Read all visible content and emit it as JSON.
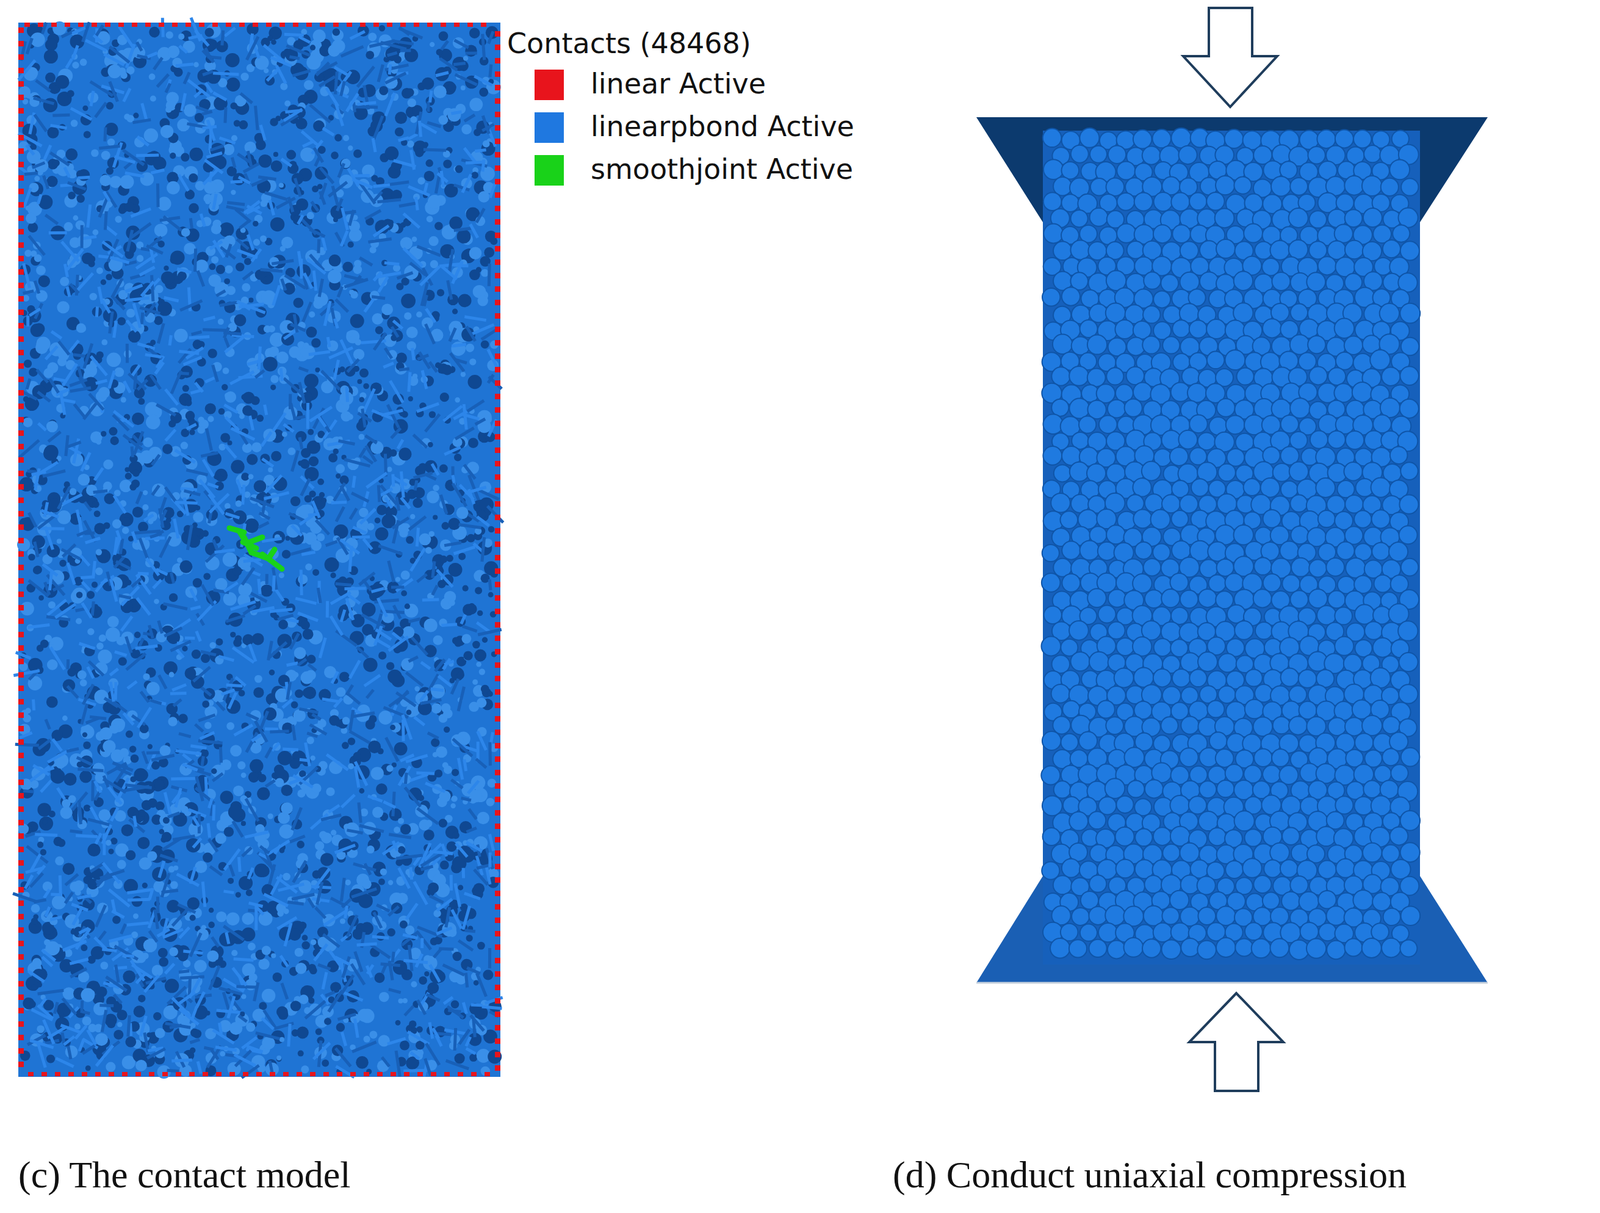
{
  "diagram": {
    "labels": [
      "Contacts (48468)",
      "(c) The contact model",
      "(d) Conduct uniaxial compression"
    ],
    "legend": [
      {
        "text": "linear Active",
        "color": "#e8141c"
      },
      {
        "text": "linearpbond Active",
        "color": "#1f78e0"
      },
      {
        "text": "smoothjoint Active",
        "color": "#19d219"
      }
    ]
  }
}
